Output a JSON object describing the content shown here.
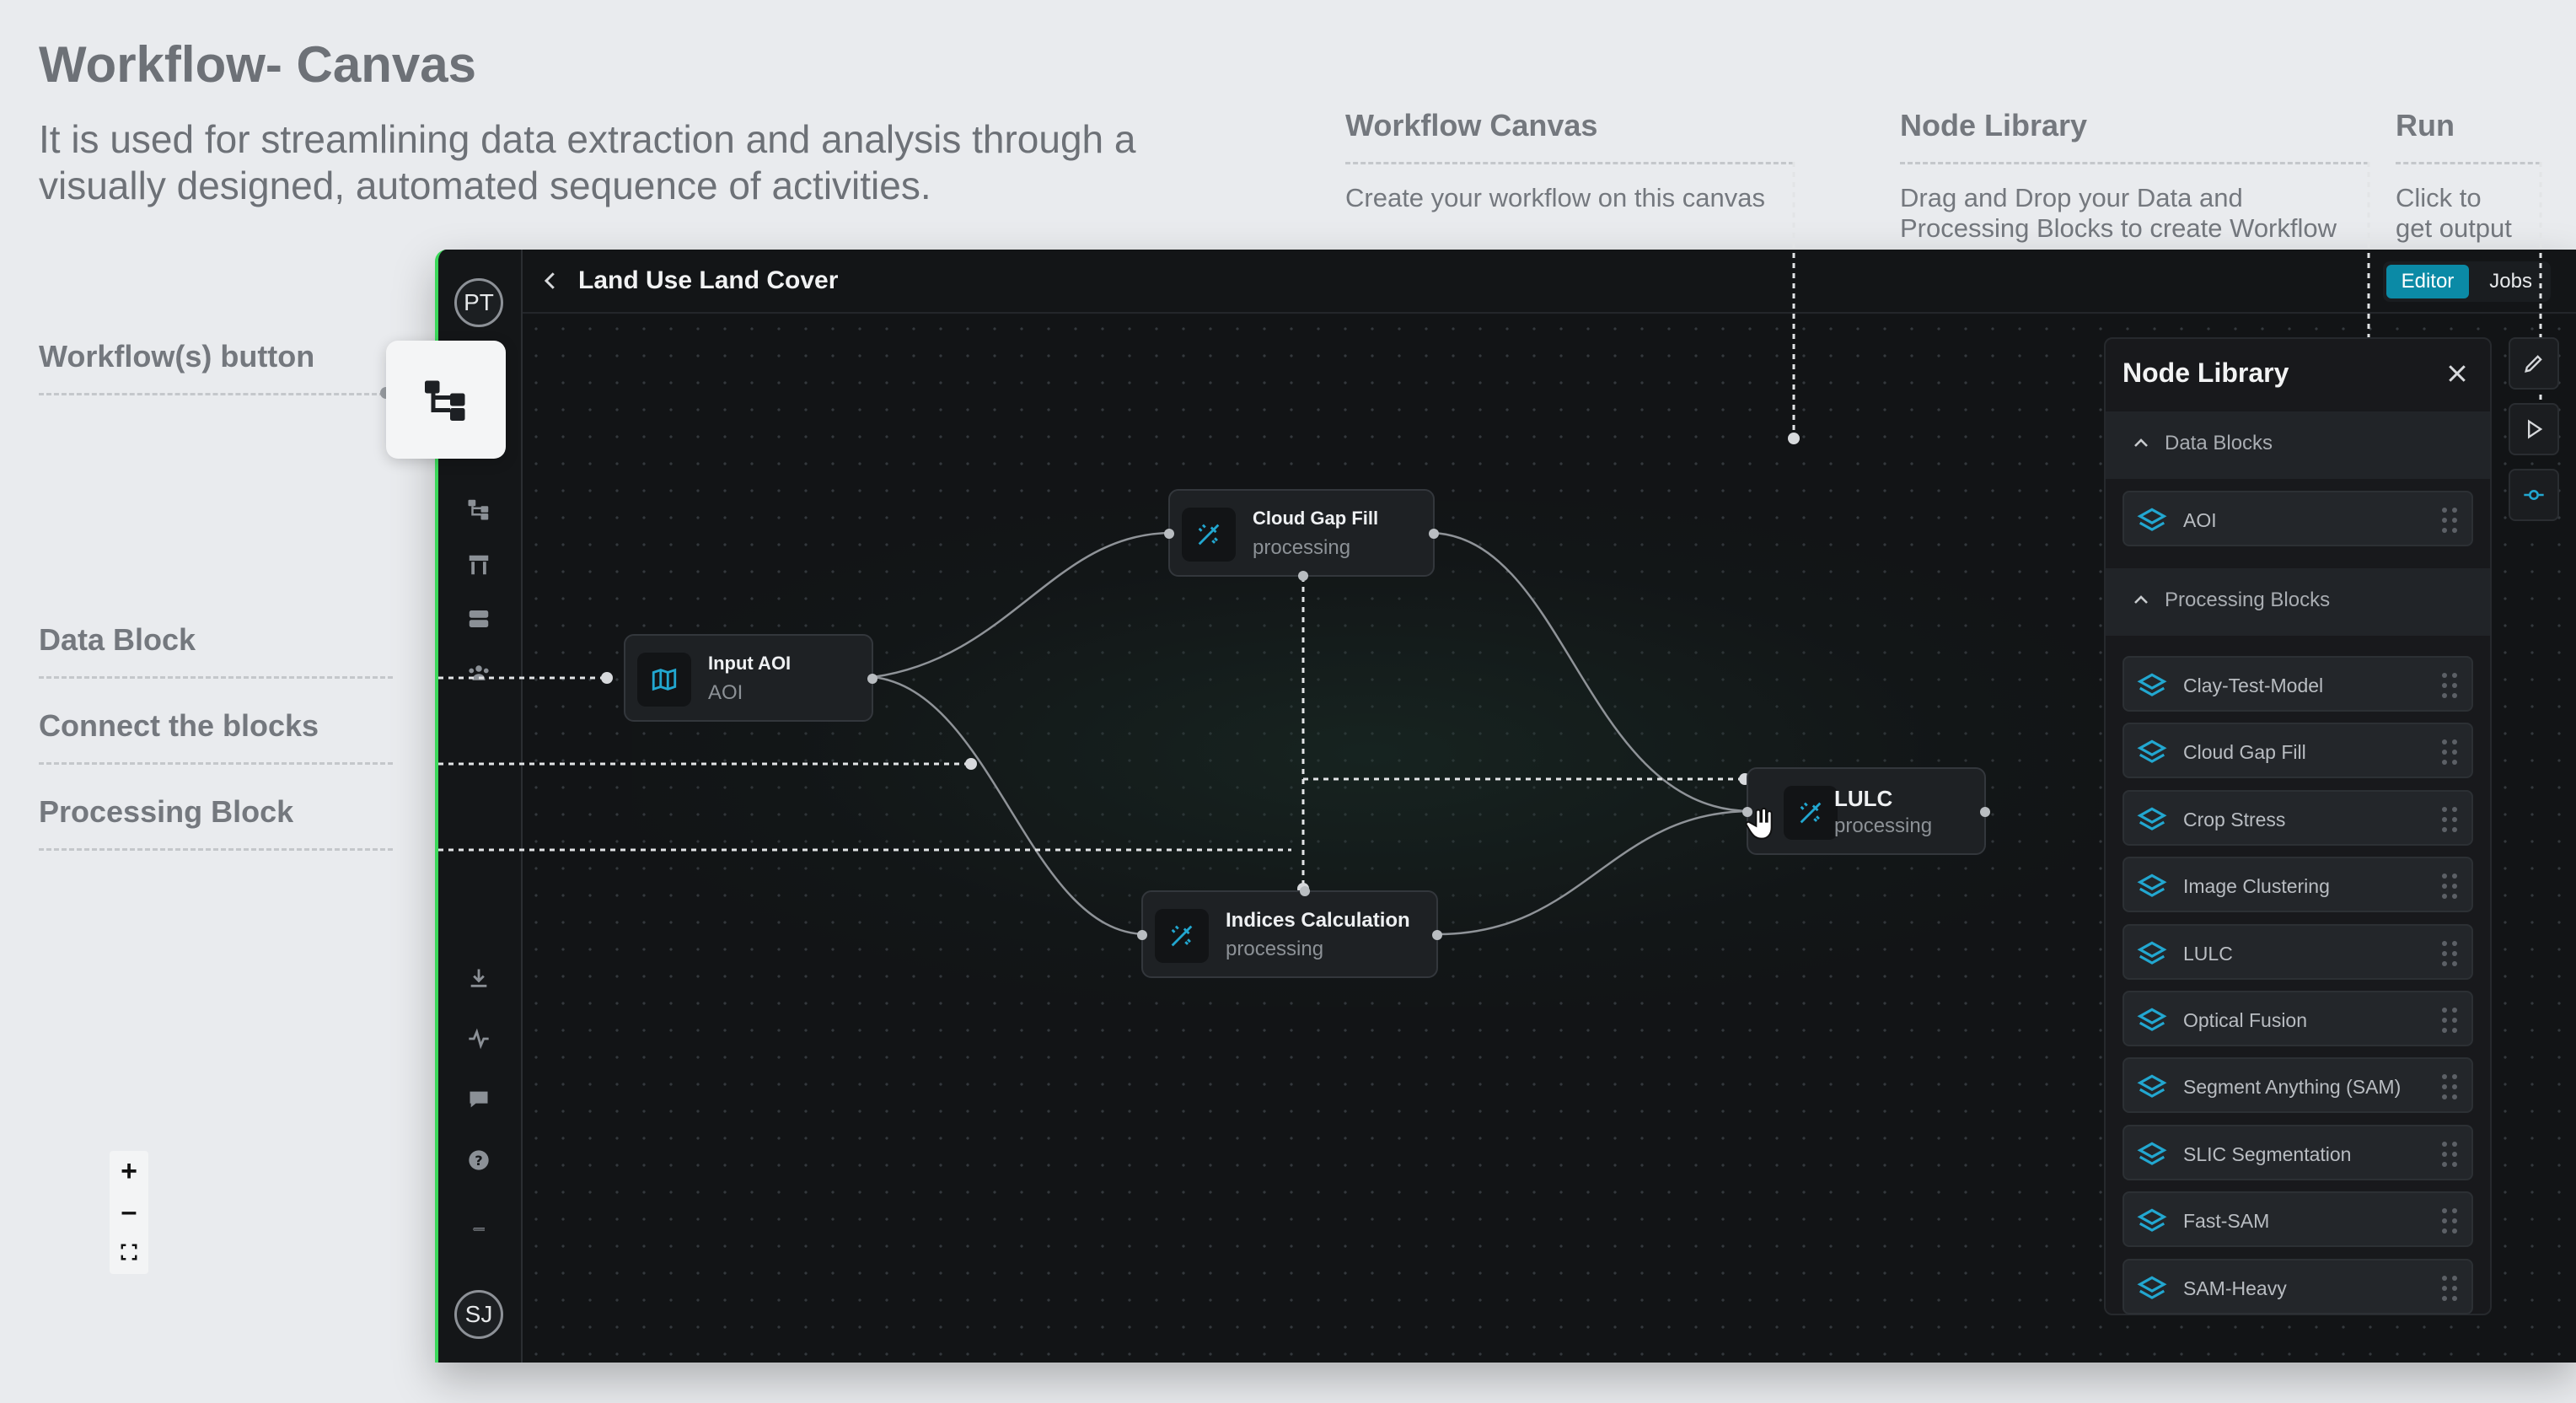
{
  "page": {
    "title": "Workflow- Canvas",
    "description": "It is used for streamlining data extraction and analysis through a visually designed, automated sequence of activities."
  },
  "callouts": {
    "workflow_canvas": {
      "heading": "Workflow Canvas",
      "text": "Create your workflow on this canvas"
    },
    "node_library": {
      "heading": "Node Library",
      "text_line1": "Drag and Drop your Data and",
      "text_line2": "Processing Blocks to create Workflow"
    },
    "run": {
      "heading": "Run",
      "text_line1": "Click to",
      "text_line2": "get output"
    },
    "workflow_button": "Workflow(s) button",
    "data_block": "Data Block",
    "connect_blocks": "Connect the blocks",
    "processing_block": "Processing Block"
  },
  "app": {
    "user_top_initials": "PT",
    "user_bottom_initials": "SJ",
    "workflow_title": "Land Use Land Cover",
    "tabs": [
      {
        "label": "Editor",
        "active": true
      },
      {
        "label": "Jobs",
        "active": false
      }
    ],
    "accent_color": "#0b8aa6",
    "node_icon_color": "#22a7d0"
  },
  "nodes": {
    "input_aoi": {
      "title": "Input AOI",
      "subtitle": "AOI",
      "icon": "map-icon"
    },
    "cloud_gap_fill": {
      "title": "Cloud Gap Fill",
      "subtitle": "processing",
      "icon": "wand-icon"
    },
    "indices_calc": {
      "title": "Indices Calculation",
      "subtitle": "processing",
      "icon": "wand-icon"
    },
    "lulc": {
      "title": "LULC",
      "subtitle": "processing",
      "icon": "wand-icon"
    }
  },
  "zoom": {
    "plus": "+",
    "minus": "–"
  },
  "library": {
    "title": "Node Library",
    "data_section": "Data Blocks",
    "data_items": [
      "AOI"
    ],
    "processing_section": "Processing Blocks",
    "processing_items": [
      "Clay-Test-Model",
      "Cloud Gap Fill",
      "Crop Stress",
      "Image Clustering",
      "LULC",
      "Optical Fusion",
      "Segment Anything (SAM)",
      "SLIC Segmentation",
      "Fast-SAM",
      "SAM-Heavy"
    ]
  }
}
